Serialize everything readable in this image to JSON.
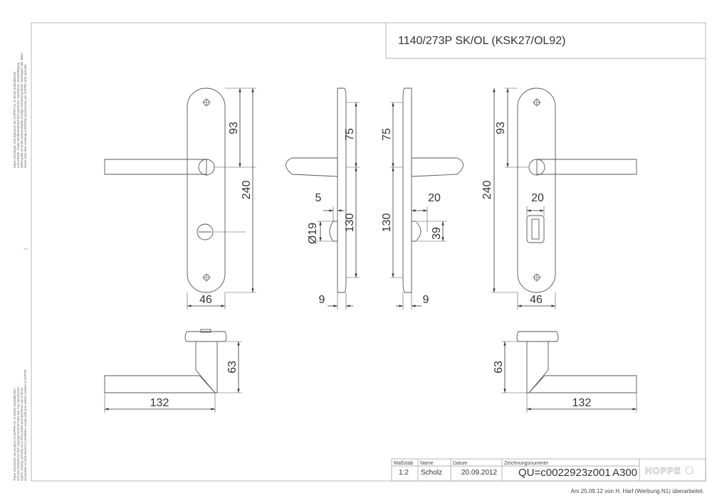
{
  "drawing": {
    "title": "1140/273P SK/OL (KSK27/OL92)",
    "legal_text_top": [
      "Diese Unterlagen sind Eigentum der HOPPE AG, D-35260 Stadtallendorf",
      "und urheber- sowie wettbewerbsrechtlich geschützt. Nachdruck, Vervielfältigung",
      "Weitergabe an Dritte sowie jedwede sonstige Verwertung dieser Unterlagen oder Teilen",
      "davon sind ohne vorherige schriftliche Zustimmung von HOPPE nicht gestattet."
    ],
    "legal_text_bottom": [
      "These documents are property of HOPPE AG, D-35260 Stadtallendorf",
      "and are protected by both copyright and fair trade law. Any reproduction,",
      "reprint, copying, passing on to third parties and whichever use of these",
      "documents or parts thereof is prohibited, except with prior written consent of HOPPE."
    ],
    "dimensions": {
      "left_plate_width": "46",
      "left_plate_height": "240",
      "left_upper_distance": "93",
      "side_left_75": "75",
      "side_left_130": "130",
      "side_left_5": "5",
      "side_left_diameter": "Ø19",
      "side_left_9": "9",
      "side_right_75": "75",
      "side_right_130": "130",
      "side_right_20": "20",
      "side_right_39": "39",
      "side_right_9": "9",
      "right_plate_height": "240",
      "right_upper_distance": "93",
      "right_turn_width": "20",
      "right_plate_width": "46",
      "left_top_63": "63",
      "left_top_132": "132",
      "right_top_63": "63",
      "right_top_132": "132"
    },
    "title_block": {
      "scale_label": "Maßstab",
      "scale_value": "1:2",
      "name_label": "Name",
      "name_value": "Scholz",
      "date_label": "Datum",
      "date_value": "20.09.2012",
      "drawing_no_label": "Zeichnungsnummer",
      "drawing_no_value": "QU=c0022923z001",
      "format": "A300",
      "logo": "HOPPE"
    },
    "revision_note": "Am 25.09.12 von H. Harf (Werbung N1) überarbeitet."
  }
}
